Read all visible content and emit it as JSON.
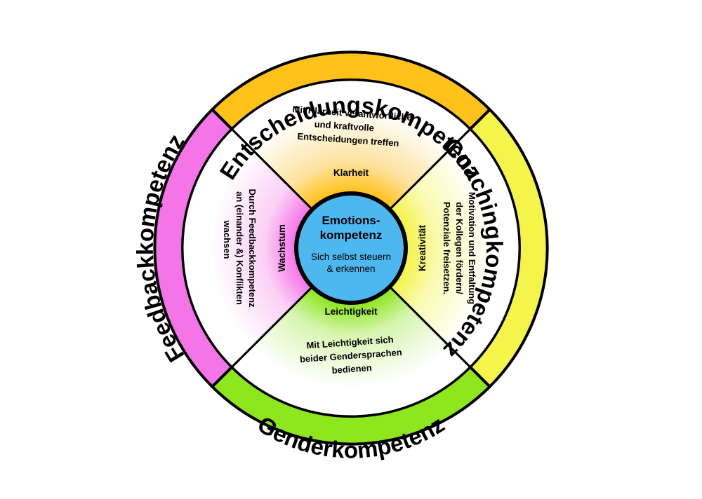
{
  "center": {
    "title_line1": "Emotions-",
    "title_line2": "kompetenz",
    "sub_line1": "Sich selbst steuern",
    "sub_line2": "& erkennen",
    "color": "#4db8f0"
  },
  "ring": {
    "top": {
      "label": "Entscheidungskompetenz",
      "color": "#ffc21a"
    },
    "right": {
      "label": "Coachingkompetenz",
      "color": "#f4f44a"
    },
    "bottom": {
      "label": "Genderkompetenz",
      "color": "#8ee61e"
    },
    "left": {
      "label": "Feedbackkompetenz",
      "color": "#f575e8"
    }
  },
  "sectors": {
    "top": {
      "keyword": "Klarheit",
      "lines": [
        "Mit Klarheit verantwortliche",
        "und kraftvolle",
        "Entscheidungen treffen"
      ]
    },
    "right": {
      "keyword": "Kreativität",
      "lines": [
        "Motivation und Entfaltung",
        "der Kollegen fördern/",
        "Potenziale freisetzen."
      ]
    },
    "bottom": {
      "keyword": "Leichtigkeit",
      "lines": [
        "Mit Leichtigkeit sich",
        "beider Gendersprachen",
        "bedienen"
      ]
    },
    "left": {
      "keyword": "Wachstum",
      "lines": [
        "Durch Feedbackkompetenz",
        "an (einander &) Konflikten",
        "wachsen"
      ]
    }
  }
}
